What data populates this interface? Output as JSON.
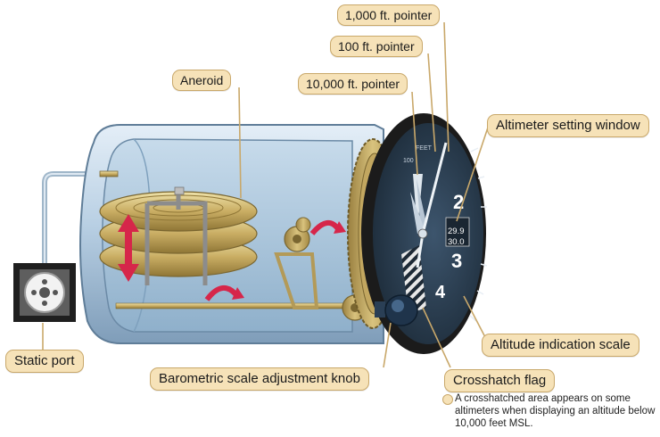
{
  "labels": {
    "pointer_1000": "1,000 ft. pointer",
    "pointer_100": "100 ft. pointer",
    "pointer_10000": "10,000 ft. pointer",
    "aneroid": "Aneroid",
    "setting_window": "Altimeter setting window",
    "static_port": "Static port",
    "baro_knob": "Barometric scale adjustment knob",
    "altitude_scale": "Altitude indication scale",
    "crosshatch_flag": "Crosshatch flag"
  },
  "note": "A crosshatched area appears on some altimeters when displaying an altitude below 10,000 feet MSL.",
  "dial": {
    "digits": [
      "2",
      "3",
      "4"
    ],
    "window_values": [
      "29.9",
      "30.0"
    ],
    "small_text": [
      "FEET",
      "100"
    ]
  },
  "colors": {
    "callout_fill": "#f6e2b8",
    "callout_border": "#c9a86a",
    "case_blue": "#bcd3e6",
    "brass": "#c8b06a",
    "arrow_red": "#d6264a",
    "dial_face": "#2b3e52"
  }
}
